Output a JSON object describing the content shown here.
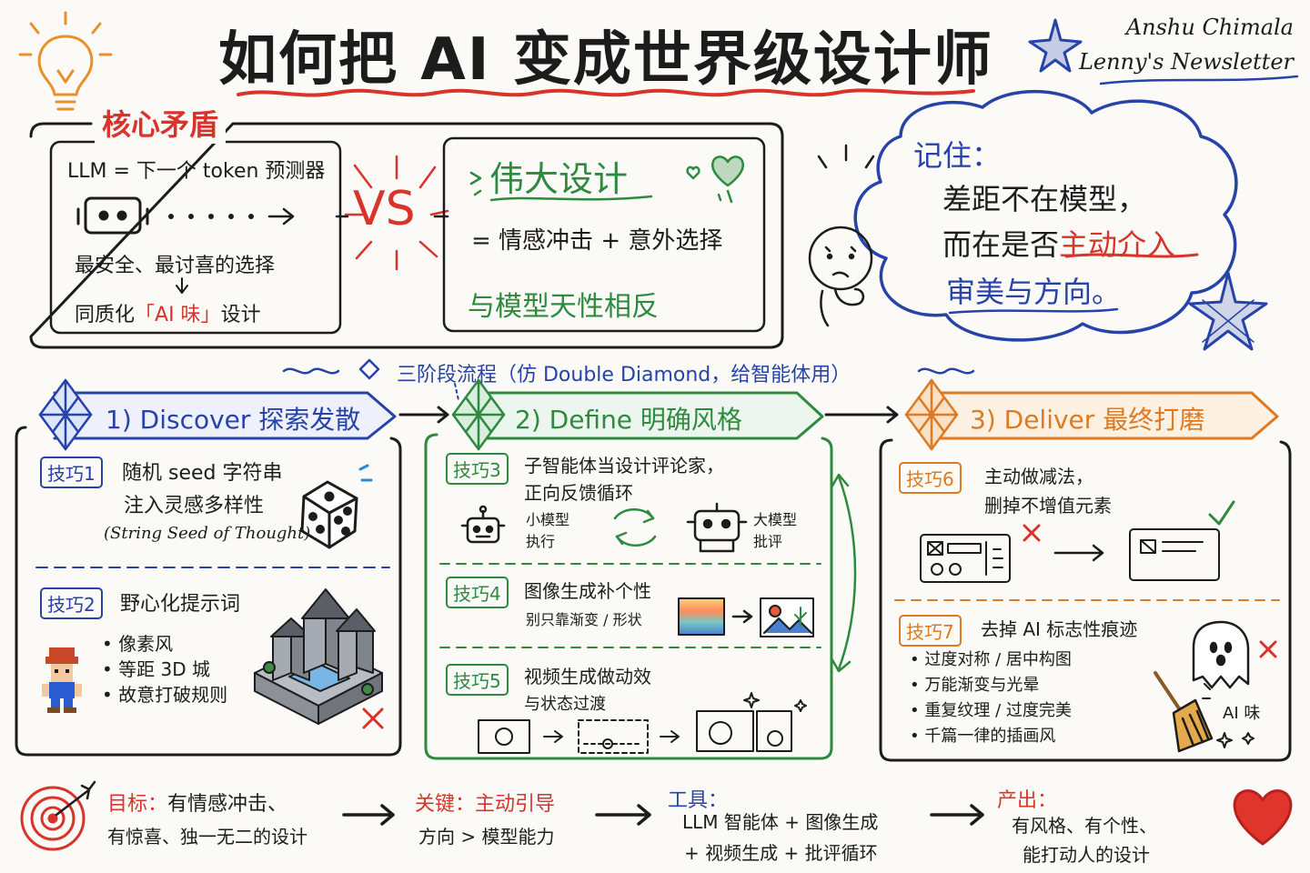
{
  "title": "如何把 AI 变成世界级设计师",
  "author": {
    "name": "Anshu Chimala",
    "publication": "Lenny's Newsletter"
  },
  "colors": {
    "red": "#d9342b",
    "blue": "#2643a8",
    "green": "#2e8a3e",
    "orange": "#dd7a22",
    "ink": "#1c1c1c"
  },
  "core": {
    "label": "核心矛盾",
    "llm": {
      "formula": "LLM = 下一个 token 预测器",
      "safe": "最安全、最讨喜的选择",
      "result_prefix": "同质化",
      "result_highlight": "「AI 味」",
      "result_suffix": "设计"
    },
    "vs": "VS",
    "great": {
      "heading": "伟大设计",
      "formula": "= 情感冲击 + 意外选择",
      "opposite": "与模型天性相反"
    }
  },
  "remember": {
    "label": "记住：",
    "line1": "差距不在模型，",
    "line2_prefix": "而在是否",
    "line2_highlight": "主动介入",
    "line3": "审美与方向。"
  },
  "process_title": "三阶段流程（仿 Double Diamond，给智能体用）",
  "stages": [
    {
      "label": "1) Discover 探索发散"
    },
    {
      "label": "2) Define 明确风格"
    },
    {
      "label": "3) Deliver 最终打磨"
    }
  ],
  "tips": {
    "t1": {
      "badge": "技巧1",
      "line1": "随机 seed 字符串",
      "line2": "注入灵感多样性",
      "line3": "(String Seed of Thought)"
    },
    "t2": {
      "badge": "技巧2",
      "title": "野心化提示词",
      "bullets": [
        "像素风",
        "等距 3D 城",
        "故意打破规则"
      ]
    },
    "t3": {
      "badge": "技巧3",
      "line1": "子智能体当设计评论家，",
      "line2": "正向反馈循环",
      "small_label": [
        "小模型",
        "执行"
      ],
      "large_label": [
        "大模型",
        "批评"
      ]
    },
    "t4": {
      "badge": "技巧4",
      "title": "图像生成补个性",
      "sub": "别只靠渐变 / 形状"
    },
    "t5": {
      "badge": "技巧5",
      "line1": "视频生成做动效",
      "line2": "与状态过渡"
    },
    "t6": {
      "badge": "技巧6",
      "line1": "主动做减法，",
      "line2": "删掉不增值元素"
    },
    "t7": {
      "badge": "技巧7",
      "title": "去掉 AI 标志性痕迹",
      "bullets": [
        "过度对称 / 居中构图",
        "万能渐变与光晕",
        "重复纹理 / 过度完美",
        "千篇一律的插画风"
      ],
      "tag": "AI 味"
    }
  },
  "footer": {
    "goal": {
      "label": "目标：",
      "line1": "有情感冲击、",
      "line2": "有惊喜、独一无二的设计"
    },
    "key": {
      "label": "关键：",
      "label_value": "主动引导",
      "line2": "方向 > 模型能力"
    },
    "tools": {
      "label": "工具：",
      "line1": "LLM 智能体 + 图像生成",
      "line2": "+ 视频生成 + 批评循环"
    },
    "output": {
      "label": "产出：",
      "line1": "有风格、有个性、",
      "line2": "能打动人的设计"
    }
  }
}
